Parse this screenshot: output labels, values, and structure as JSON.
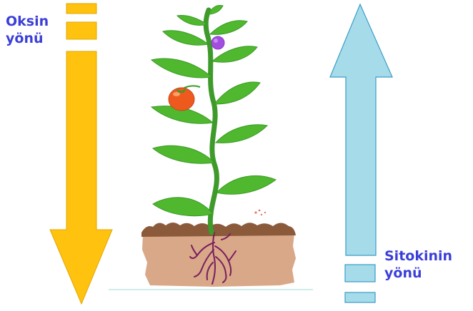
{
  "auxin": {
    "line1": "Oksin",
    "line2": "yönü",
    "direction": "down",
    "color": "#ffc20e"
  },
  "cytokinin": {
    "line1": "Sitokinin",
    "line2": "yönü",
    "direction": "up",
    "color": "#a6dcea"
  },
  "colors": {
    "label_text": "#3b3fd8",
    "arrow_stroke": "#3a9bc8",
    "leaf": "#4fb82f",
    "stem": "#3e9a2a",
    "tomato": "#ee5a1e",
    "flower": "#a24fe0",
    "soil_top": "#8a5a3a",
    "soil_body": "#d8a888",
    "roots": "#7a1e5e",
    "ground_line": "#bfe6e0"
  }
}
